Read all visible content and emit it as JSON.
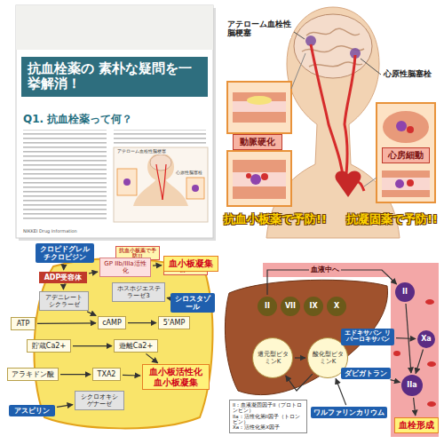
{
  "diagram": {
    "nodes": [
      {
        "text": [
          "Q1. 抗血栓薬って何？",
          "NIKKEI Drug Information"
        ]
      },
      {
        "text": [
          "抗血栓薬の 素朴な疑問を一挙解消！"
        ],
        "in": 0
      },
      {
        "text": [
          "抗血小板薬で予防!!"
        ],
        "in": 0
      },
      {
        "text": [
          "抗凝固薬で予防!!"
        ],
        "in": 0
      },
      {
        "text": [
          "動脈硬化"
        ]
      },
      {
        "text": [
          "心房細動"
        ]
      },
      {
        "text": [
          "クロピドグレル チクロピジン"
        ]
      },
      {
        "text": [
          "ADP受容体"
        ]
      },
      {
        "text": [
          "GP IIb/IIIa活性化"
        ]
      },
      {
        "text": [
          "血小板凝集"
        ]
      },
      {
        "text": [
          "アデニレートシクラーゼ"
        ]
      },
      {
        "text": [
          "ホスホジエステラーゼ3"
        ]
      },
      {
        "text": [
          "シロスタゾール"
        ]
      },
      {
        "text": [
          "ATP"
        ]
      },
      {
        "text": [
          "cAMP"
        ]
      },
      {
        "text": [
          "5'AMP"
        ]
      },
      {
        "text": [
          "遊離Ca2+"
        ]
      },
      {
        "text": [
          "貯蔵Ca2+"
        ]
      },
      {
        "text": [
          "アラキドン酸"
        ]
      },
      {
        "text": [
          "シクロオキシゲナーゼ"
        ]
      },
      {
        "text": [
          "TXA2"
        ]
      },
      {
        "text": [
          "アスピリン"
        ]
      },
      {
        "text": [
          "血小板活性化 血小板凝集"
        ]
      },
      {
        "text": [
          "II"
        ]
      },
      {
        "text": [
          "VII"
        ]
      },
      {
        "text": [
          "IX"
        ]
      },
      {
        "text": [
          "X"
        ]
      },
      {
        "text": [
          "還元型ビタミンK"
        ]
      },
      {
        "text": [
          "酸化型ビタミンK"
        ]
      },
      {
        "text": [
          "ワルファリンカリウム"
        ]
      },
      {
        "text": [
          "II"
        ]
      },
      {
        "text": [
          "Xa"
        ]
      },
      {
        "text": [
          "エドキサバン リバーロキサバン"
        ]
      },
      {
        "text": [
          "ダビガトラン"
        ]
      },
      {
        "text": [
          "IIa"
        ]
      },
      {
        "text": [
          "血栓形成"
        ]
      },
      {
        "text": [
          "II：血液凝固因子II（プロトロンビン）",
          "IIa：活性化第II因子（トロンビン）",
          "Xa：活性化第X因子"
        ]
      }
    ],
    "edges": [
      {
        "from": 6,
        "to": 7,
        "arrow": "to"
      },
      {
        "from": 7,
        "to": 8,
        "arrow": "to"
      },
      {
        "from": 8,
        "to": 9,
        "arrow": "to"
      },
      {
        "from": 7,
        "to": 10,
        "arrow": "to"
      },
      {
        "from": 10,
        "to": 14,
        "arrow": "to"
      },
      {
        "from": 13,
        "to": 14,
        "arrow": "to"
      },
      {
        "from": 14,
        "to": 15,
        "arrow": "to"
      },
      {
        "from": 12,
        "to": 11,
        "arrow": "to"
      },
      {
        "from": 17,
        "to": 16,
        "arrow": "to"
      },
      {
        "from": 16,
        "to": 22,
        "arrow": "to"
      },
      {
        "from": 18,
        "to": 20,
        "arrow": "to"
      },
      {
        "from": 20,
        "to": 22,
        "arrow": "to"
      },
      {
        "from": 21,
        "to": 19,
        "arrow": "to"
      },
      {
        "from": 27,
        "to": 28,
        "arrow": "to"
      },
      {
        "from": 28,
        "to": 27,
        "arrow": "to"
      },
      {
        "from": 29,
        "to": 28,
        "arrow": "to"
      },
      {
        "from": 23,
        "to": 30,
        "label": "血液中へ",
        "arrow": "to"
      },
      {
        "from": 30,
        "to": 34,
        "arrow": "to"
      },
      {
        "from": 31,
        "to": 34,
        "arrow": "to"
      },
      {
        "from": 32,
        "to": 31,
        "arrow": "to"
      },
      {
        "from": 33,
        "to": 34,
        "arrow": "to"
      },
      {
        "from": 34,
        "to": 35,
        "arrow": "to"
      }
    ],
    "labels": [
      "アテローム血栓性脳梗塞",
      "心原性脳塞栓",
      "アテローム血栓性脳梗塞",
      "心原性脳塞栓",
      "抗血小板薬で予防!!",
      "抗凝固薬で予防!!"
    ]
  }
}
